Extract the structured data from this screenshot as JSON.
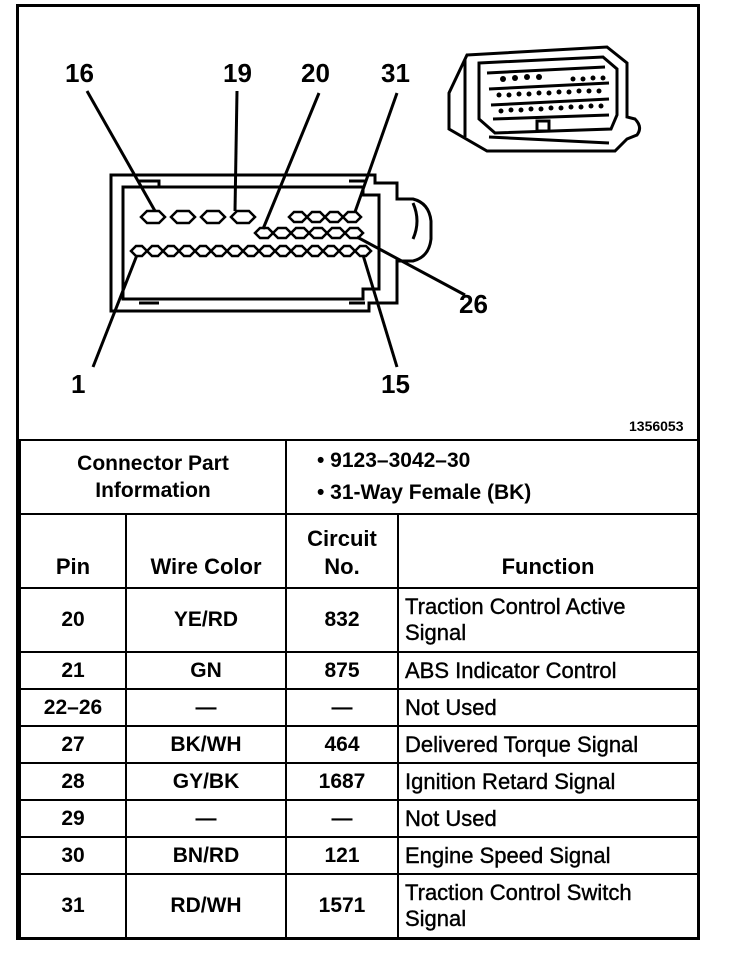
{
  "diagram": {
    "figure_id": "1356053",
    "pin_labels": [
      "16",
      "19",
      "20",
      "31",
      "26",
      "1",
      "15"
    ]
  },
  "connector_info": {
    "label_line1": "Connector Part",
    "label_line2": "Information",
    "part_number": "• 9123–3042–30",
    "description": "• 31-Way Female (BK)"
  },
  "headers": {
    "pin": "Pin",
    "wire_color": "Wire Color",
    "circuit_line1": "Circuit",
    "circuit_line2": "No.",
    "function": "Function"
  },
  "rows": [
    {
      "pin": "20",
      "wire": "YE/RD",
      "circuit": "832",
      "function": "Traction Control Active Signal"
    },
    {
      "pin": "21",
      "wire": "GN",
      "circuit": "875",
      "function": "ABS Indicator Control"
    },
    {
      "pin": "22–26",
      "wire": "—",
      "circuit": "—",
      "function": "Not Used"
    },
    {
      "pin": "27",
      "wire": "BK/WH",
      "circuit": "464",
      "function": "Delivered Torque Signal"
    },
    {
      "pin": "28",
      "wire": "GY/BK",
      "circuit": "1687",
      "function": "Ignition Retard Signal"
    },
    {
      "pin": "29",
      "wire": "—",
      "circuit": "—",
      "function": "Not Used"
    },
    {
      "pin": "30",
      "wire": "BN/RD",
      "circuit": "121",
      "function": "Engine Speed Signal"
    },
    {
      "pin": "31",
      "wire": "RD/WH",
      "circuit": "1571",
      "function": "Traction Control Switch Signal"
    }
  ]
}
